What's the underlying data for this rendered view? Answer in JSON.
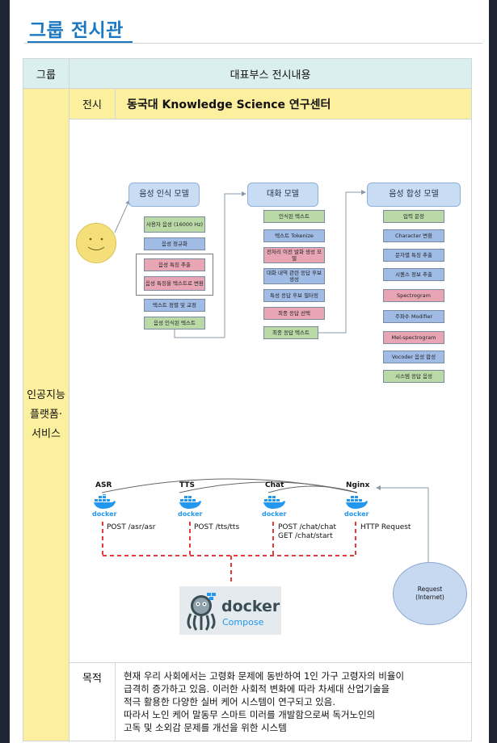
{
  "title": "그룹 전시관",
  "header": {
    "group_col": "그룹",
    "booth_col": "대표부스 전시내용"
  },
  "group_name_lines": [
    "인공지능",
    "플랫폼·",
    "서비스"
  ],
  "exhibit": {
    "label": "전시",
    "title": "동국대 Knowledge Science 연구센터"
  },
  "diagram": {
    "modules": {
      "asr": "음성 인식 모델",
      "dialog": "대화 모델",
      "tts": "음성 합성 모델"
    },
    "asr_steps": [
      "사용자 음성 (16000 Hz)",
      "음성 정규화",
      "음성 특징 추출",
      "음성 특징을 텍스트로 변환",
      "텍스트 정렬 및 교정",
      "음성 인식된 텍스트"
    ],
    "dialog_steps": [
      "인식된 텍스트",
      "텍스트 Tokenize",
      "전처리 이전 발화 생성 모델",
      "대화 내역 관련 응답 후보 생성",
      "특성 응답 후보 필터링",
      "최종 응답 선택",
      "최종 응답 텍스트"
    ],
    "tts_steps": [
      "입력 문장",
      "Character 변환",
      "문자별 특징 추출",
      "시퀀스 정보 추출",
      "Spectrogram",
      "주파수 Modifier",
      "Mel-spectrogram",
      "Vocoder 음성 합성",
      "시스템 응답 음성"
    ],
    "services": [
      {
        "name": "ASR",
        "endpoint": [
          "POST /asr/asr"
        ]
      },
      {
        "name": "TTS",
        "endpoint": [
          "POST /tts/tts"
        ]
      },
      {
        "name": "Chat",
        "endpoint": [
          "POST /chat/chat",
          "GET /chat/start"
        ]
      },
      {
        "name": "Nginx",
        "endpoint": [
          "HTTP Request"
        ]
      }
    ],
    "docker_word": "docker",
    "request_lines": [
      "Request",
      "(Internet)"
    ],
    "compose": {
      "word": "docker",
      "sub": "Compose"
    }
  },
  "purpose": {
    "label": "목적",
    "lines": [
      "현재 우리 사회에서는 고령화 문제에 동반하여 1인 가구 고령자의 비율이",
      "급격히 증가하고 있음. 이러한 사회적 변화에 따라 차세대 산업기술을",
      "적극 활용한 다양한 실버 케어 시스템이 연구되고 있음.",
      "따라서 노인 케어 말동무 스마트 미러를 개발함으로써 독거노인의",
      "고독 및 소외감 문제를 개선을 위한 시스템"
    ]
  },
  "colors": {
    "accent": "#1a78c2",
    "header_bg": "#dcefef",
    "exhibit_bg": "#fcef9e",
    "docker_blue": "#2396ed",
    "dash_red": "#e23b3b"
  }
}
